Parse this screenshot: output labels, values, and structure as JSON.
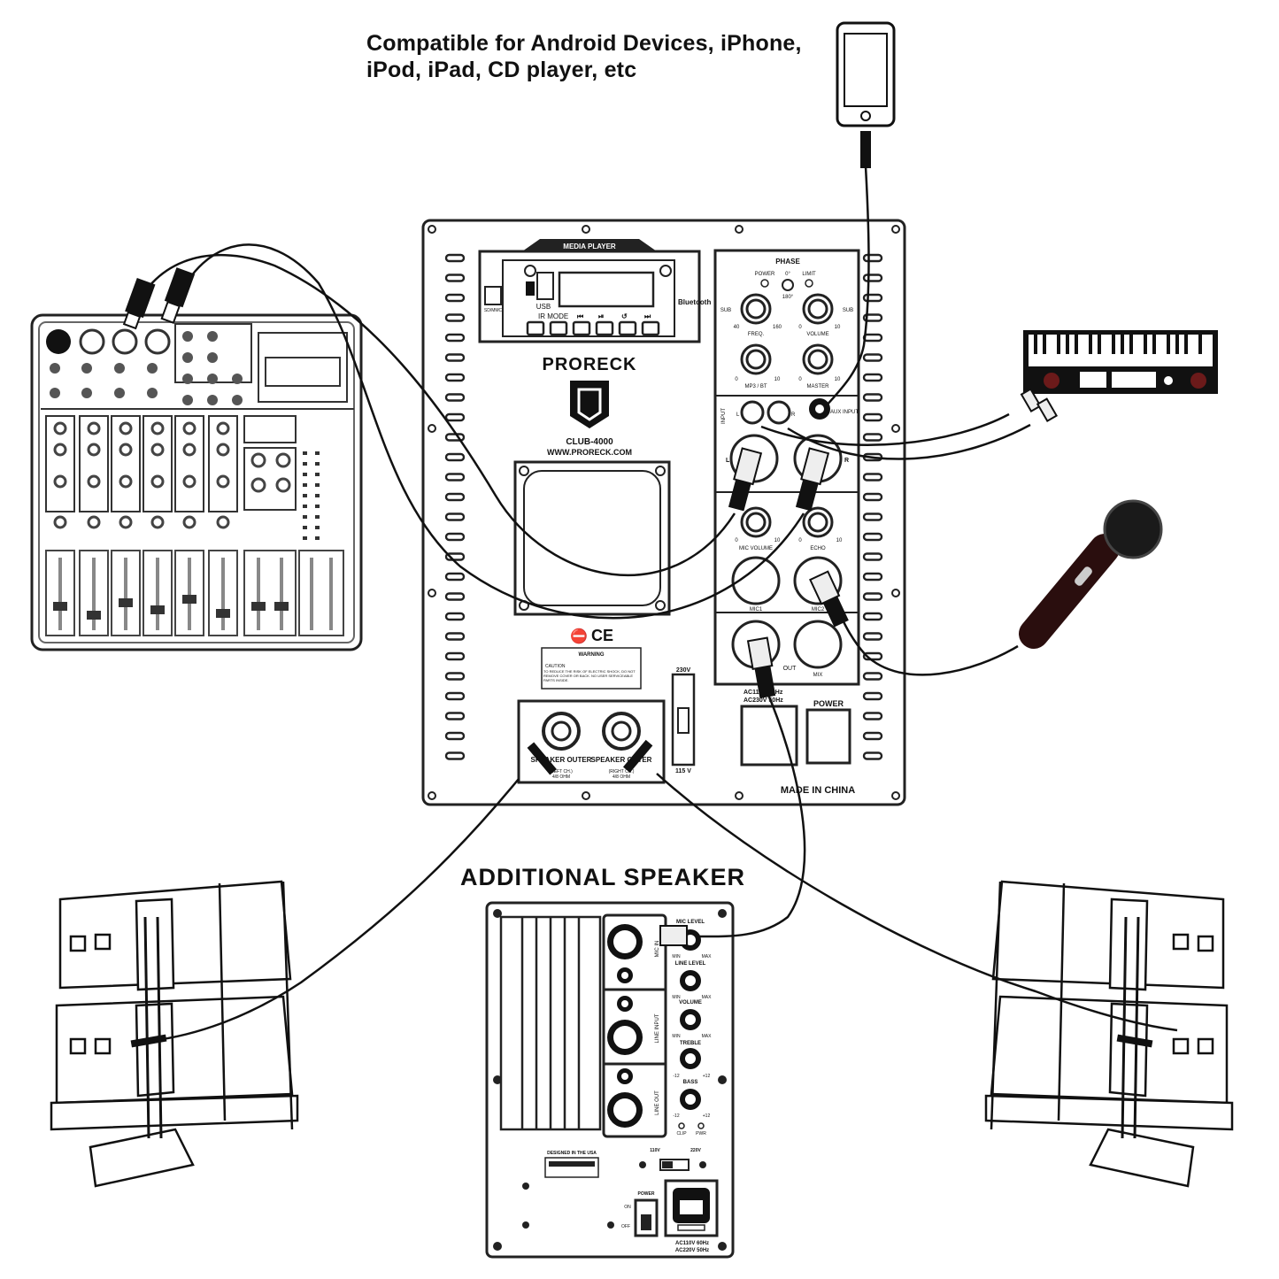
{
  "caption": {
    "line1": "Compatible for Android Devices, iPhone,",
    "line2": "iPod, iPad, CD player, etc"
  },
  "additional_speaker_title": "ADDITIONAL SPEAKER",
  "main_panel": {
    "media_player_label": "MEDIA PLAYER",
    "usb_label": "USB",
    "ir_mode_label": "IR MODE",
    "bluetooth_label": "Bluetooth",
    "sd_label": "SD/MMC",
    "brand": "PRORECK",
    "model": "CLUB-4000",
    "website": "WWW.PRORECK.COM",
    "phase_label": "PHASE",
    "power_led_label": "POWER",
    "limit_led_label": "LIMIT",
    "phase_0": "0°",
    "phase_180": "180°",
    "sub_left": "SUB",
    "sub_right": "SUB",
    "freq_label": "FREQ.",
    "freq_min": "40",
    "freq_max": "160",
    "volume_label": "VOLUME",
    "mp3bt_label": "MP3 / BT",
    "master_label": "MASTER",
    "knob_min": "0",
    "knob_max": "10",
    "input_label": "INPUT",
    "aux_input_label": "AUX INPUT",
    "ch_l": "L",
    "ch_r": "R",
    "mic_volume_label": "MIC VOLUME",
    "echo_label": "ECHO",
    "mic1_label": "MIC1",
    "mic2_label": "MIC2",
    "mix_label": "MIX",
    "out_label": "OUT",
    "ac_label_1": "AC115V 60Hz",
    "ac_label_2": "AC230V 50Hz",
    "power_label": "POWER",
    "v230": "230V",
    "v115": "115 V",
    "made_in": "MADE IN CHINA",
    "warning_title": "WARNING",
    "caution_label": "CAUTION",
    "warning_text": "TO REDUCE THE RISK OF ELECTRIC SHOCK, DO NOT REMOVE COVER OR BACK. NO USER SERVICEABLE PARTS INSIDE.",
    "speaker_outer_left": "SPEAKER OUTER",
    "speaker_outer_left_sub": "(LEFT CH.)",
    "speaker_outer_right": "SPEAKER OUTER",
    "speaker_outer_right_sub": "(RIGHT CH.)",
    "ohm": "4/8 OHM",
    "ce_mark": "CE"
  },
  "additional_panel": {
    "mic_level": "MIC LEVEL",
    "line_level": "LINE LEVEL",
    "volume": "VOLUME",
    "treble": "TREBLE",
    "bass": "BASS",
    "min": "MIN",
    "max": "MAX",
    "minus12": "-12",
    "plus12": "+12",
    "mic_in": "MIC IN",
    "line_input": "LINE INPUT",
    "line_out": "LINE OUT",
    "clip": "CLIP",
    "pwr": "PWR",
    "designed": "DESIGNED IN THE USA",
    "v110": "110V",
    "v220": "220V",
    "power": "POWER",
    "on": "ON",
    "off": "OFF",
    "ac1": "AC110V 60Hz",
    "ac2": "AC220V 50Hz"
  }
}
